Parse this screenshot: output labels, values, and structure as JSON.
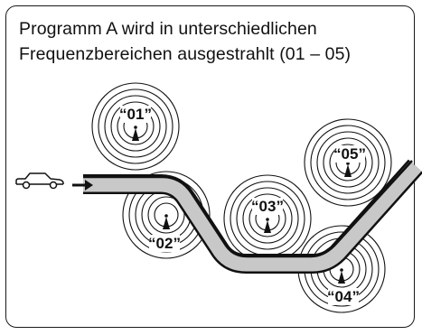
{
  "caption": {
    "line1": "Programm A wird in unterschiedlichen",
    "line2": "Frequenzbereichen ausgestrahlt (01 – 05)"
  },
  "stations": [
    {
      "id": "station-01",
      "label": "“01”",
      "icon": "radio-tower-icon"
    },
    {
      "id": "station-02",
      "label": "“02”",
      "icon": "radio-tower-icon"
    },
    {
      "id": "station-03",
      "label": "“03”",
      "icon": "radio-tower-icon"
    },
    {
      "id": "station-04",
      "label": "“04”",
      "icon": "radio-tower-icon"
    },
    {
      "id": "station-05",
      "label": "“05”",
      "icon": "radio-tower-icon"
    }
  ],
  "vehicle": {
    "icon": "car-icon",
    "direction_icon": "arrow-right-icon"
  },
  "colors": {
    "road": "#c8c8c8",
    "outline": "#111111",
    "background": "#ffffff"
  }
}
